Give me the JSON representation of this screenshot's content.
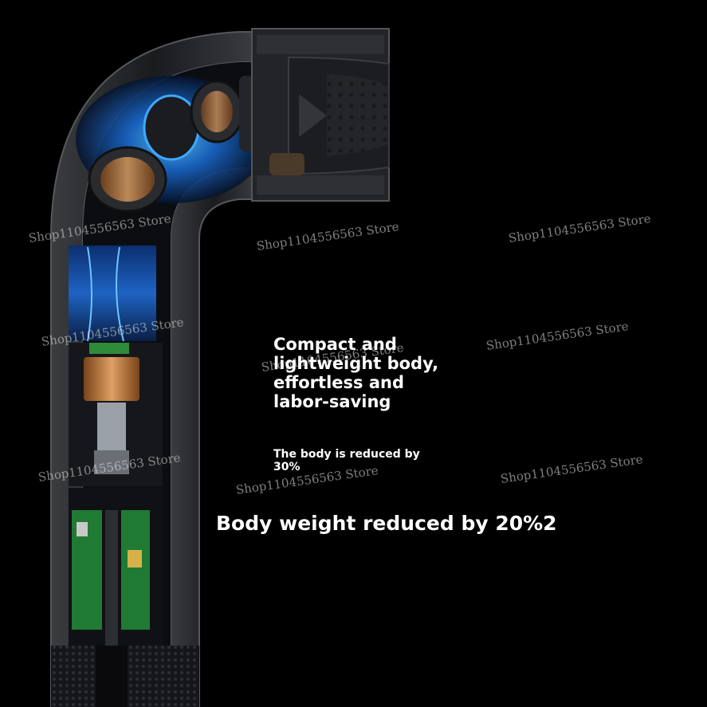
{
  "headline": "Compact and lightweight body, effortless and labor-saving",
  "subline": "The body is reduced by 30%",
  "caption": "Body weight reduced by 20%2",
  "watermark_text": "Shop1104556563 Store",
  "colors": {
    "background": "#000000",
    "text": "#ffffff",
    "motor_glow": "#2a8cff",
    "copper": "#c47a3a",
    "pcb_green": "#1f8a3a"
  }
}
